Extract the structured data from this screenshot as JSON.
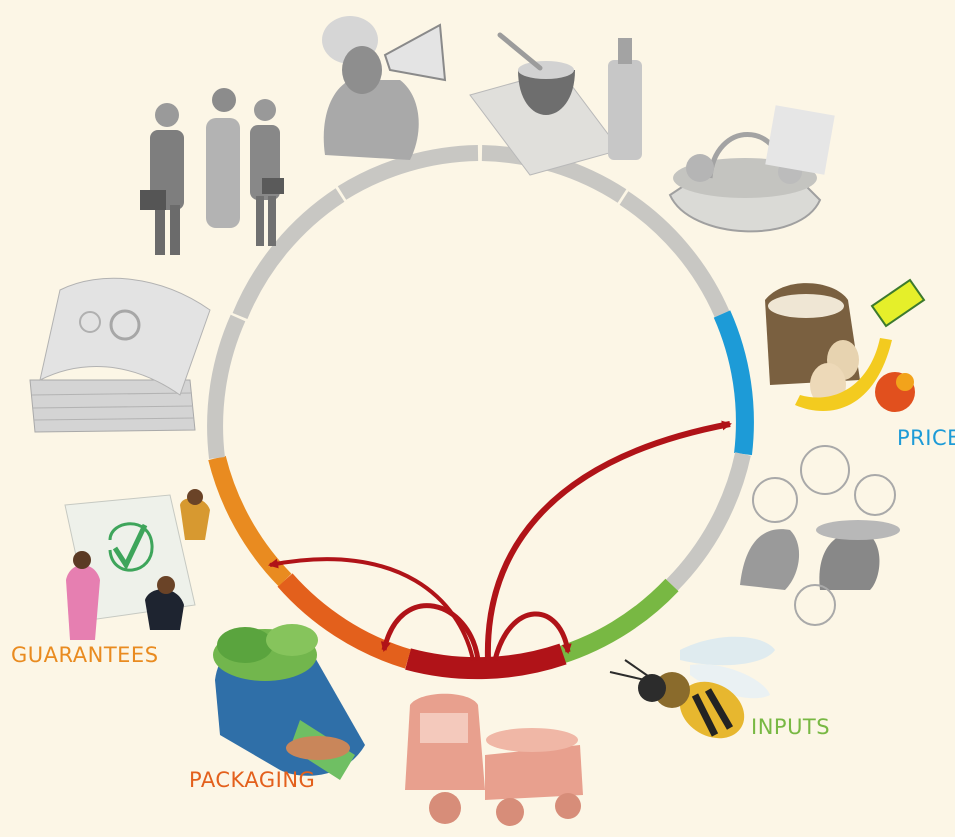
{
  "labels": {
    "price": "PRICE",
    "guarantees": "GUARANTEES",
    "inputs": "INPUTS",
    "packaging": "PACKAGING"
  },
  "colors": {
    "background": "#fcf6e6",
    "ring_grey": "#c8c7c3",
    "price_blue": "#1d9bd7",
    "inputs_green": "#78b843",
    "guarantees_orange": "#e98b20",
    "packaging_orange": "#e3601c",
    "core_red": "#b01318",
    "illustration_grey": "#9b9b9b",
    "vehicle_pink": "#e8a08e"
  },
  "illustrations": [
    "megaphone-woman-icon",
    "meal-bowl-bottle-icon",
    "produce-basket-icon",
    "business-people-icon",
    "banknotes-icon",
    "priced-produce-icon",
    "ideas-people-icon",
    "certificate-people-icon",
    "vegetable-bundle-icon",
    "delivery-tricycle-icon",
    "honeybee-icon"
  ]
}
